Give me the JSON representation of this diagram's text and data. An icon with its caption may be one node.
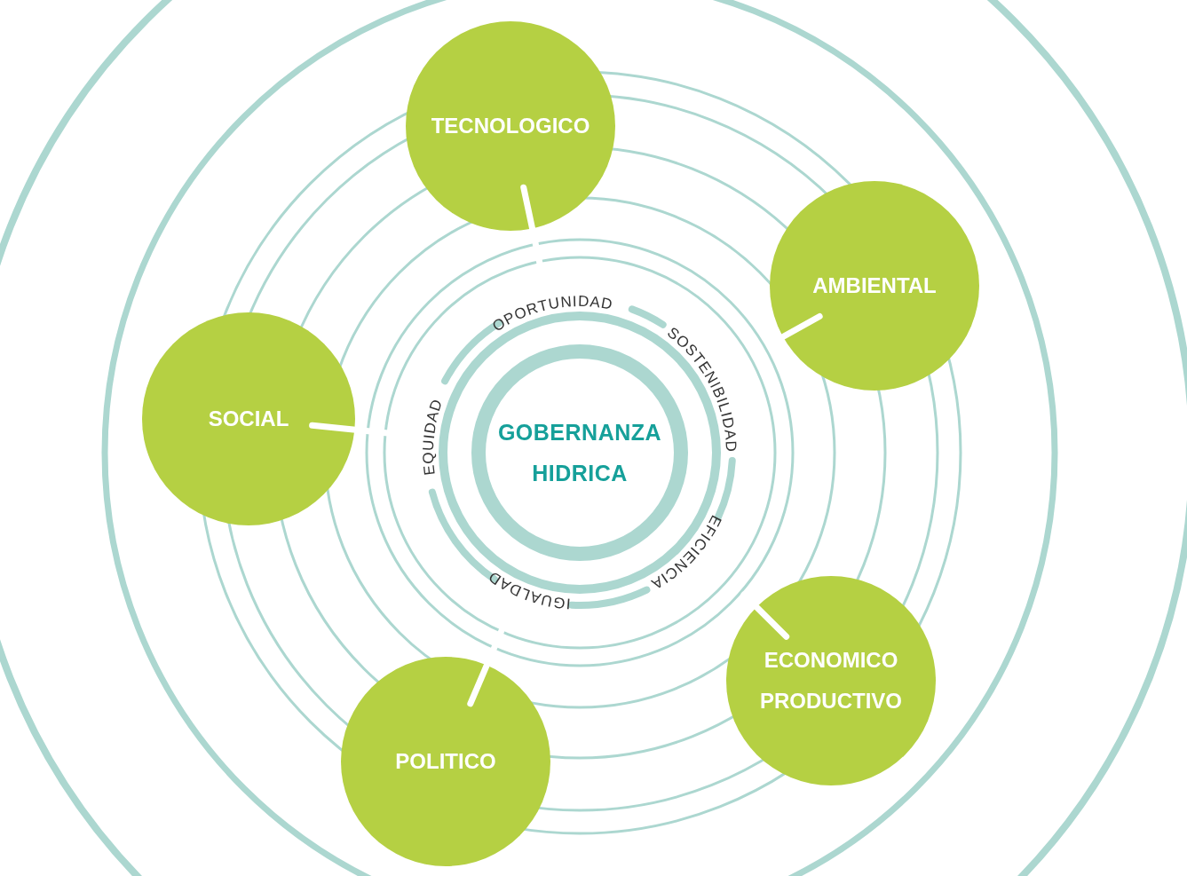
{
  "diagram": {
    "nodes": [
      {
        "text": [
          "GOBERNANZA HIDRICA"
        ]
      },
      {
        "text": [
          "TECNOLOGICO"
        ]
      },
      {
        "text": [
          "AMBIENTAL"
        ]
      },
      {
        "text": [
          "SOCIAL"
        ]
      },
      {
        "text": [
          "ECONOMICO PRODUCTIVO"
        ]
      },
      {
        "text": [
          "POLITICO"
        ]
      }
    ],
    "edges": [
      {
        "from": 1,
        "to": null,
        "arrow": "none"
      },
      {
        "from": 2,
        "to": null,
        "arrow": "none"
      },
      {
        "from": 3,
        "to": null,
        "arrow": "none"
      },
      {
        "from": 4,
        "to": null,
        "arrow": "none"
      },
      {
        "from": 5,
        "to": null,
        "arrow": "none"
      }
    ],
    "labels": [
      "OPORTUNIDAD",
      "SOSTENIBILIDAD",
      "EFICIENCIA",
      "IGUALDAD",
      "EQUIDAD"
    ]
  }
}
